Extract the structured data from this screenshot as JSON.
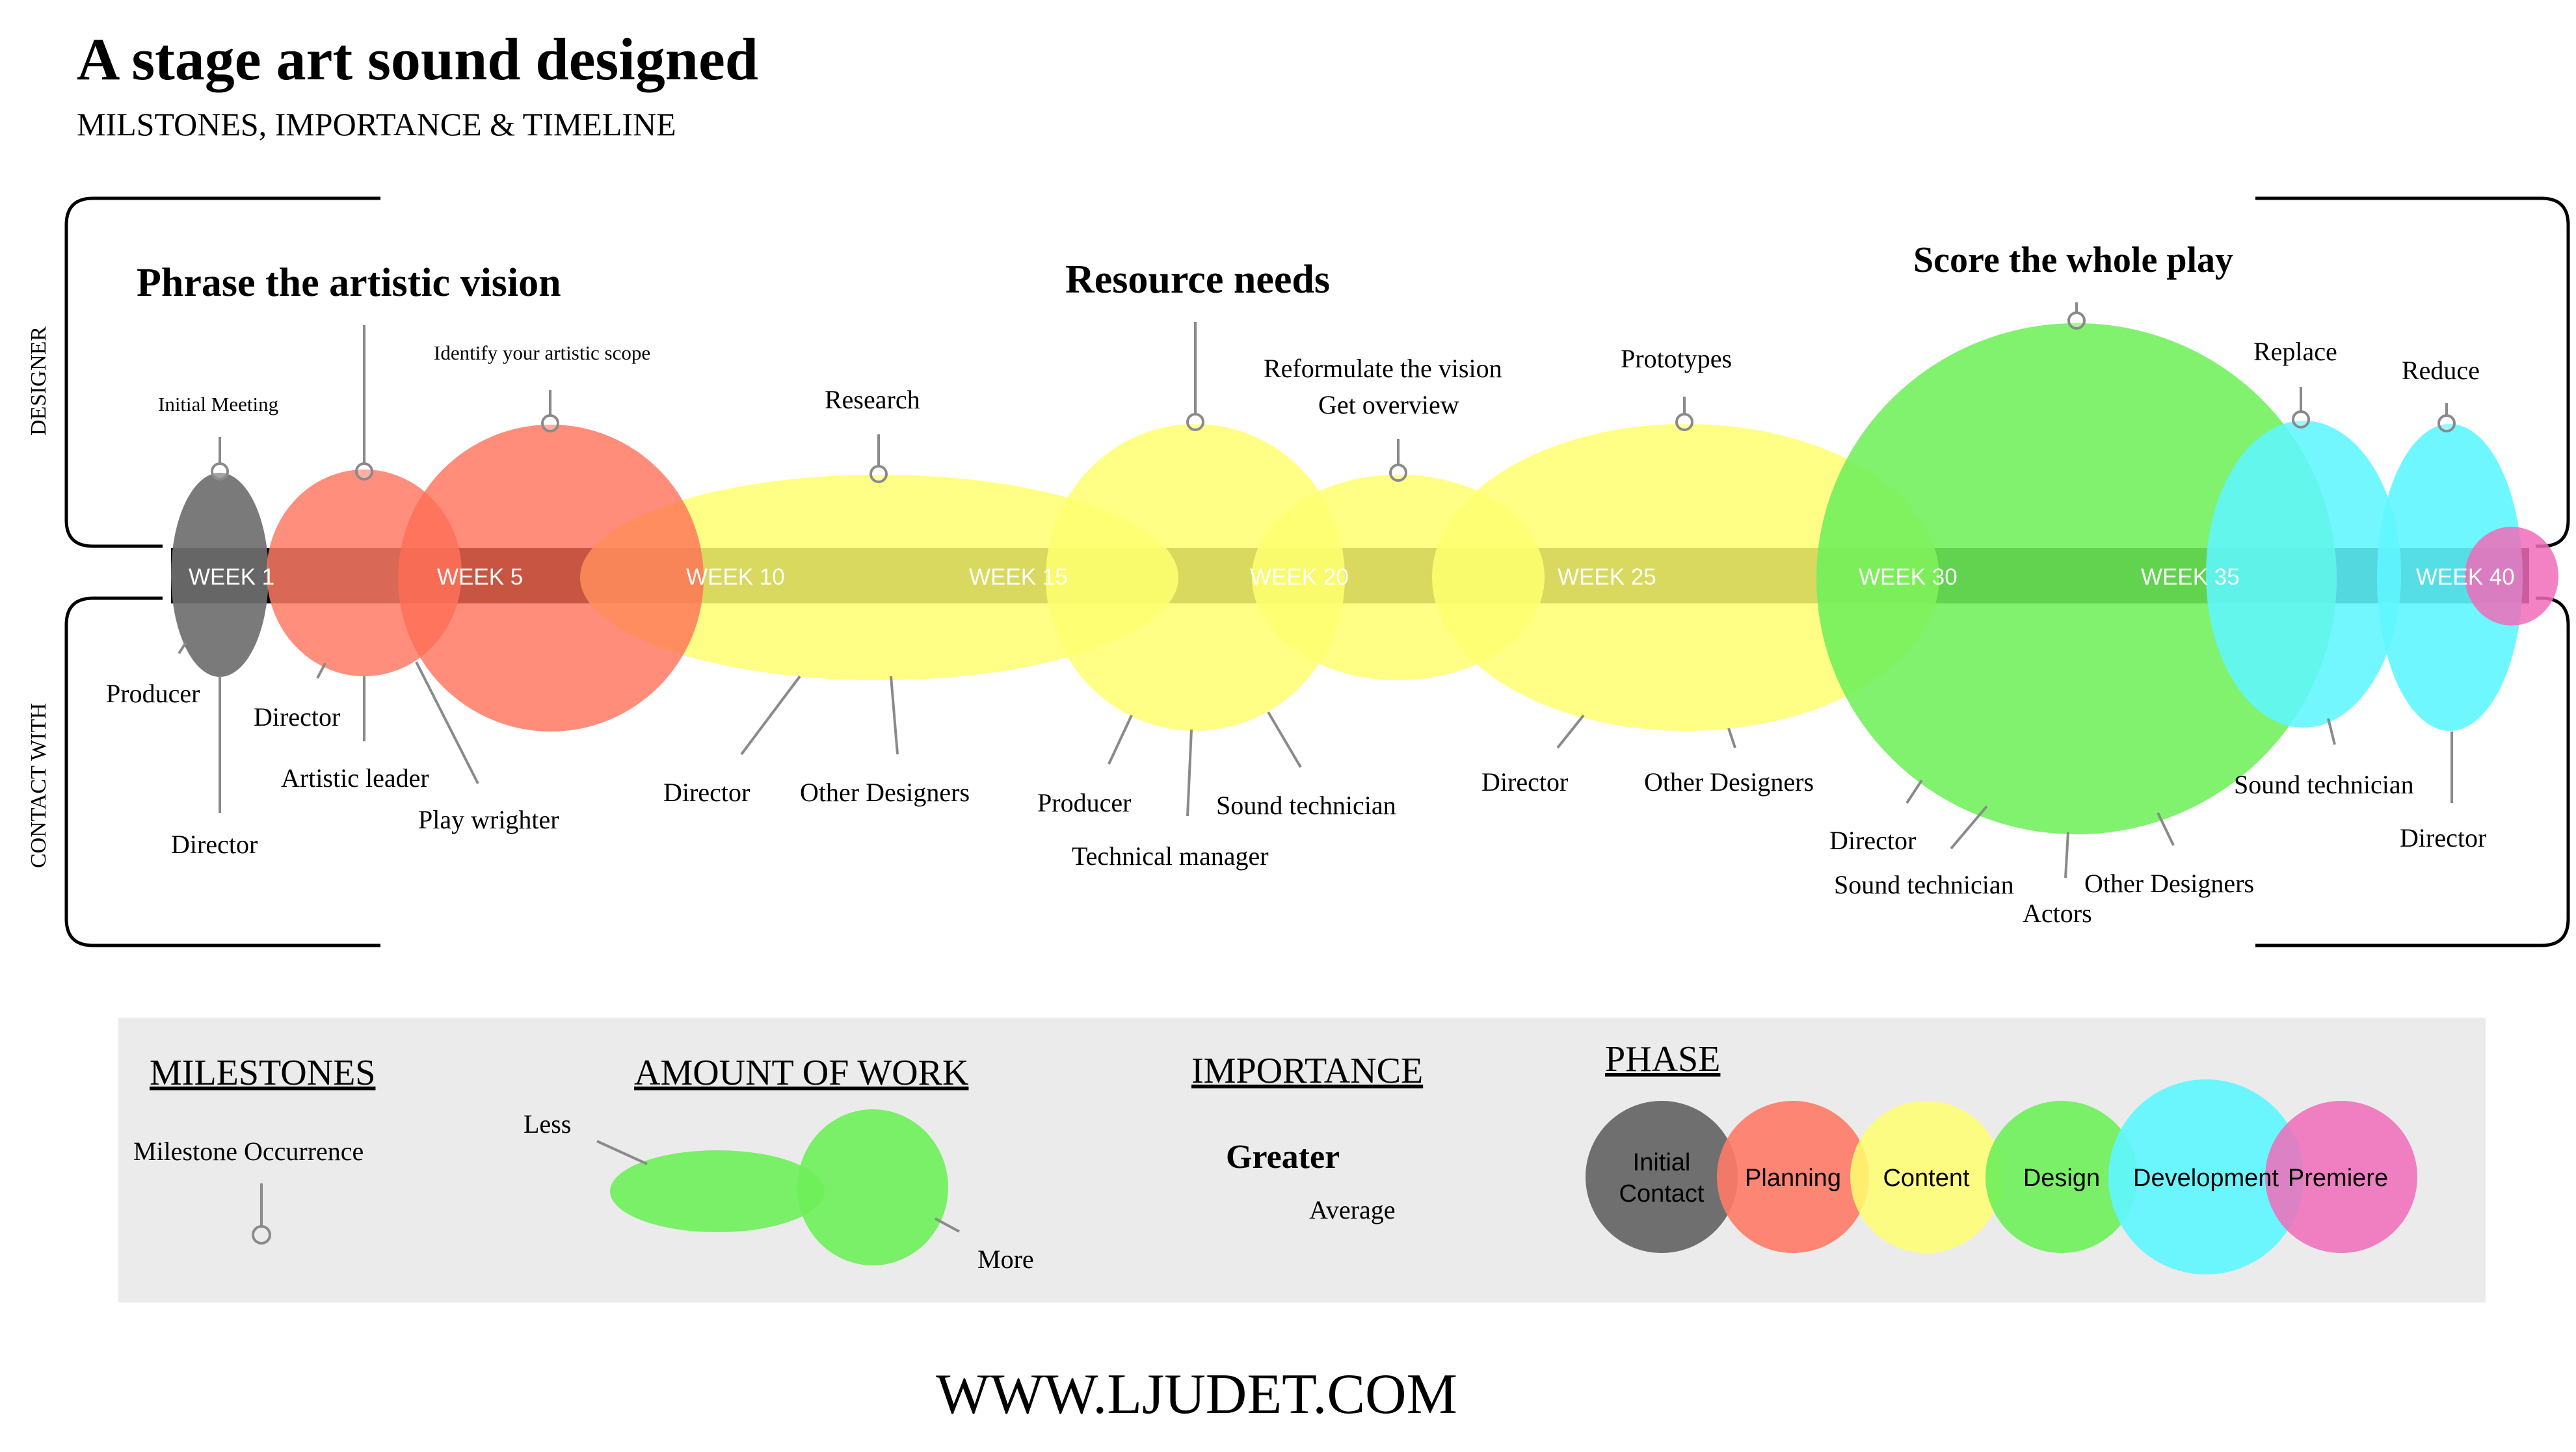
{
  "header": {
    "title": "A stage art sound designed",
    "subtitle": "MILSTONES, IMPORTANCE & TIMELINE"
  },
  "sides": {
    "top": "DESIGNER",
    "bottom": "CONTACT WITH"
  },
  "timeline": {
    "weeks": [
      "WEEK 1",
      "WEEK 5",
      "WEEK 10",
      "WEEK 15",
      "WEEK 20",
      "WEEK 25",
      "WEEK 30",
      "WEEK 35",
      "WEEK 40"
    ]
  },
  "phases": {
    "initial_contact": "#6f6f6f",
    "planning": "#ff7a66",
    "content": "#ffff70",
    "design": "#6ef05a",
    "development": "#5ff6ff",
    "premiere": "#f06cb8"
  },
  "headings": {
    "artistic_vision": "Phrase the artistic vision",
    "resource_needs": "Resource needs",
    "score": "Score the whole play"
  },
  "milestones": {
    "initial_meeting": "Initial Meeting",
    "artistic_scope": "Identify your artistic scope",
    "research": "Research",
    "reformulate": "Reformulate the vision",
    "overview": "Get overview",
    "prototypes": "Prototypes",
    "replace": "Replace",
    "reduce": "Reduce"
  },
  "contacts": {
    "producer_1": "Producer",
    "director_1": "Director",
    "director_2": "Director",
    "artistic_leader": "Artistic leader",
    "play_wrighter": "Play wrighter",
    "director_3": "Director",
    "other_designers_1": "Other Designers",
    "producer_2": "Producer",
    "technical_manager": "Technical  manager",
    "sound_technician_1": "Sound technician",
    "director_4": "Director",
    "other_designers_2": "Other Designers",
    "director_5": "Director",
    "sound_technician_2": "Sound technician",
    "actors": "Actors",
    "other_designers_3": "Other Designers",
    "sound_technician_3": "Sound technician",
    "director_6": "Director"
  },
  "legend": {
    "milestones_title": "MILESTONES",
    "milestone_occurrence": "Milestone Occurrence",
    "work_title": "AMOUNT OF WORK",
    "less": "Less",
    "more": "More",
    "importance_title": "IMPORTANCE",
    "greater": "Greater",
    "average": "Average",
    "phase_title": "PHASE",
    "phase_labels": {
      "initial_contact_1": "Initial",
      "initial_contact_2": "Contact",
      "planning": "Planning",
      "content": "Content",
      "design": "Design",
      "development": "Development",
      "premiere": "Premiere"
    }
  },
  "footer": {
    "url": "WWW.LJUDET.COM"
  }
}
